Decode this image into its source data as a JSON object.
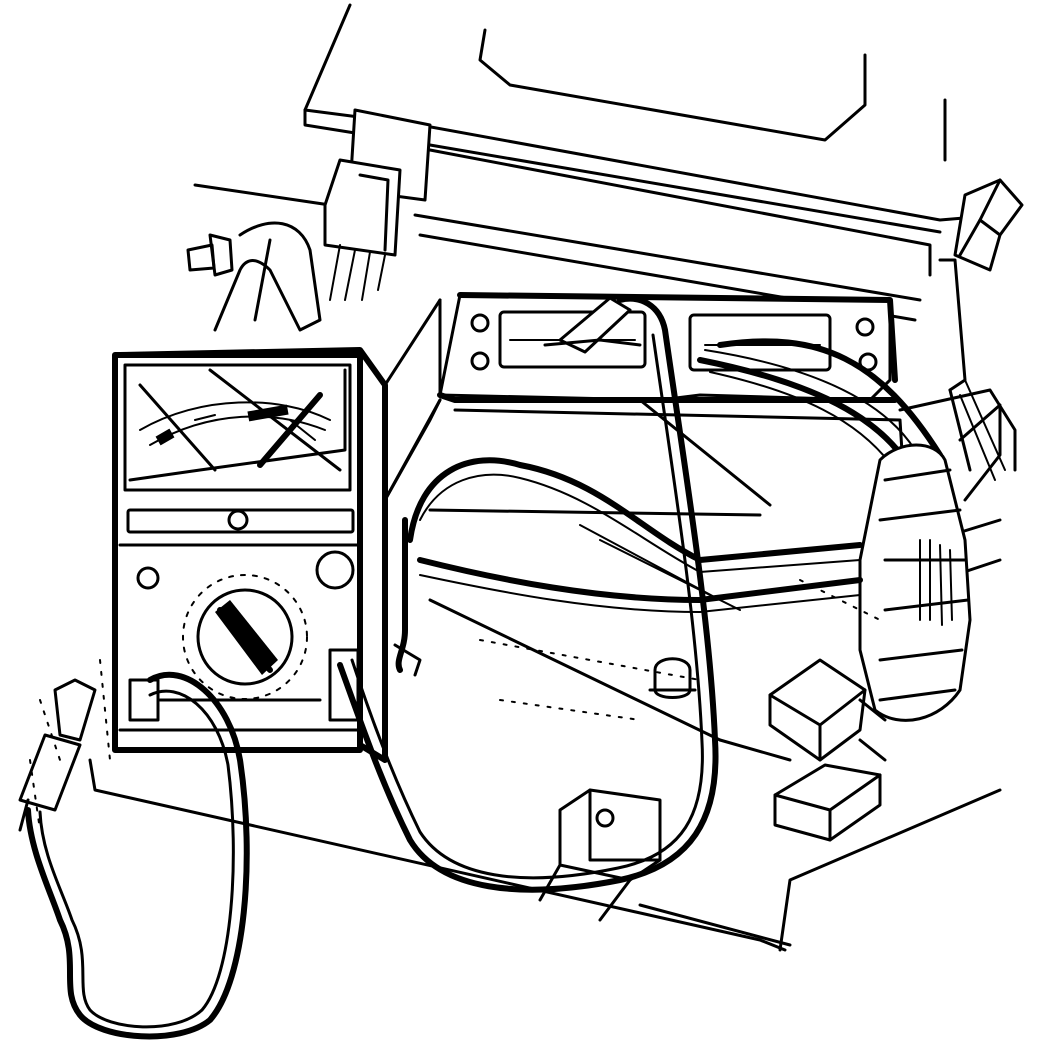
{
  "figure": {
    "kind": "line-art technical illustration",
    "colors": {
      "ink": "#000000",
      "paper": "#ffffff"
    },
    "objects": {
      "multimeter": {
        "icon": "multimeter-icon",
        "probe_count": 2
      },
      "ecu_module": {
        "icon": "control-module-icon"
      },
      "wiring_harness": {
        "icon": "wire-harness-icon"
      },
      "connectors": {
        "icon": "plug-connector-icon",
        "count": 5
      },
      "ground_terminal": {
        "icon": "ground-terminal-icon"
      }
    }
  }
}
